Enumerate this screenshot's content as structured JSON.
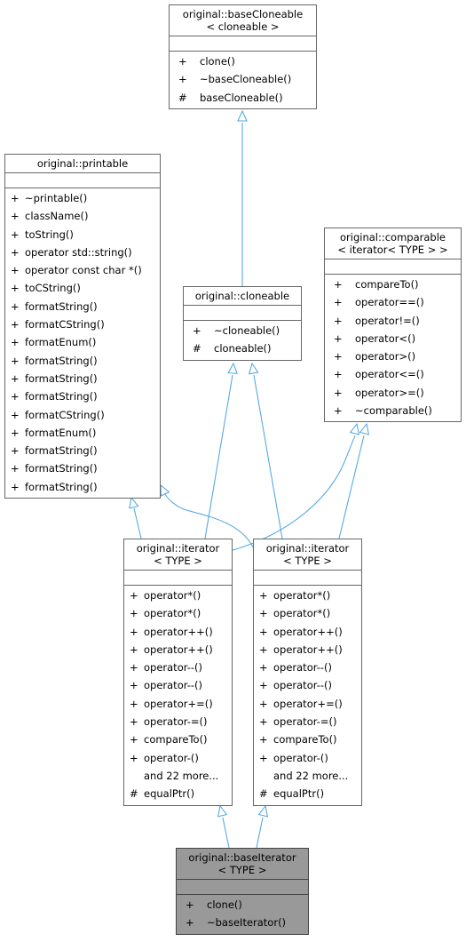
{
  "diagram": {
    "edge_color": "#4aa3df",
    "classes": {
      "baseCloneable": {
        "title_lines": [
          "original::baseCloneable",
          "< cloneable >"
        ],
        "ops": [
          {
            "vis": "+",
            "name": "clone()"
          },
          {
            "vis": "+",
            "name": "~baseCloneable()"
          },
          {
            "vis": "#",
            "name": "baseCloneable()"
          }
        ]
      },
      "printable": {
        "title_lines": [
          "original::printable"
        ],
        "ops": [
          {
            "vis": "+",
            "name": "~printable()"
          },
          {
            "vis": "+",
            "name": "className()"
          },
          {
            "vis": "+",
            "name": "toString()"
          },
          {
            "vis": "+",
            "name": "operator std::string()"
          },
          {
            "vis": "+",
            "name": "operator const char *()"
          },
          {
            "vis": "+",
            "name": "toCString()"
          },
          {
            "vis": "+",
            "name": "formatString()"
          },
          {
            "vis": "+",
            "name": "formatCString()"
          },
          {
            "vis": "+",
            "name": "formatEnum()"
          },
          {
            "vis": "+",
            "name": "formatString()"
          },
          {
            "vis": "+",
            "name": "formatString()"
          },
          {
            "vis": "+",
            "name": "formatString()"
          },
          {
            "vis": "+",
            "name": "formatCString()"
          },
          {
            "vis": "+",
            "name": "formatEnum()"
          },
          {
            "vis": "+",
            "name": "formatString()"
          },
          {
            "vis": "+",
            "name": "formatString()"
          },
          {
            "vis": "+",
            "name": "formatString()"
          }
        ]
      },
      "comparable": {
        "title_lines": [
          "original::comparable",
          "< iterator< TYPE > >"
        ],
        "ops": [
          {
            "vis": "+",
            "name": "compareTo()"
          },
          {
            "vis": "+",
            "name": "operator==()"
          },
          {
            "vis": "+",
            "name": "operator!=()"
          },
          {
            "vis": "+",
            "name": "operator<()"
          },
          {
            "vis": "+",
            "name": "operator>()"
          },
          {
            "vis": "+",
            "name": "operator<=()"
          },
          {
            "vis": "+",
            "name": "operator>=()"
          },
          {
            "vis": "+",
            "name": "~comparable()"
          }
        ]
      },
      "cloneable": {
        "title_lines": [
          "original::cloneable"
        ],
        "ops": [
          {
            "vis": "+",
            "name": "~cloneable()"
          },
          {
            "vis": "#",
            "name": "cloneable()"
          }
        ]
      },
      "iteratorLeft": {
        "title_lines": [
          "original::iterator",
          "< TYPE >"
        ],
        "ops": [
          {
            "vis": "+",
            "name": "operator*()"
          },
          {
            "vis": "+",
            "name": "operator*()"
          },
          {
            "vis": "+",
            "name": "operator++()"
          },
          {
            "vis": "+",
            "name": "operator++()"
          },
          {
            "vis": "+",
            "name": "operator--()"
          },
          {
            "vis": "+",
            "name": "operator--()"
          },
          {
            "vis": "+",
            "name": "operator+=()"
          },
          {
            "vis": "+",
            "name": "operator-=()"
          },
          {
            "vis": "+",
            "name": "compareTo()"
          },
          {
            "vis": "+",
            "name": "operator-()"
          },
          {
            "vis": "",
            "name": "and 22 more..."
          },
          {
            "vis": "#",
            "name": "equalPtr()"
          }
        ]
      },
      "iteratorRight": {
        "title_lines": [
          "original::iterator",
          "< TYPE >"
        ],
        "ops": [
          {
            "vis": "+",
            "name": "operator*()"
          },
          {
            "vis": "+",
            "name": "operator*()"
          },
          {
            "vis": "+",
            "name": "operator++()"
          },
          {
            "vis": "+",
            "name": "operator++()"
          },
          {
            "vis": "+",
            "name": "operator--()"
          },
          {
            "vis": "+",
            "name": "operator--()"
          },
          {
            "vis": "+",
            "name": "operator+=()"
          },
          {
            "vis": "+",
            "name": "operator-=()"
          },
          {
            "vis": "+",
            "name": "compareTo()"
          },
          {
            "vis": "+",
            "name": "operator-()"
          },
          {
            "vis": "",
            "name": "and 22 more..."
          },
          {
            "vis": "#",
            "name": "equalPtr()"
          }
        ]
      },
      "baseIterator": {
        "title_lines": [
          "original::baseIterator",
          "< TYPE >"
        ],
        "ops": [
          {
            "vis": "+",
            "name": "clone()"
          },
          {
            "vis": "+",
            "name": "~baseIterator()"
          }
        ]
      }
    }
  }
}
